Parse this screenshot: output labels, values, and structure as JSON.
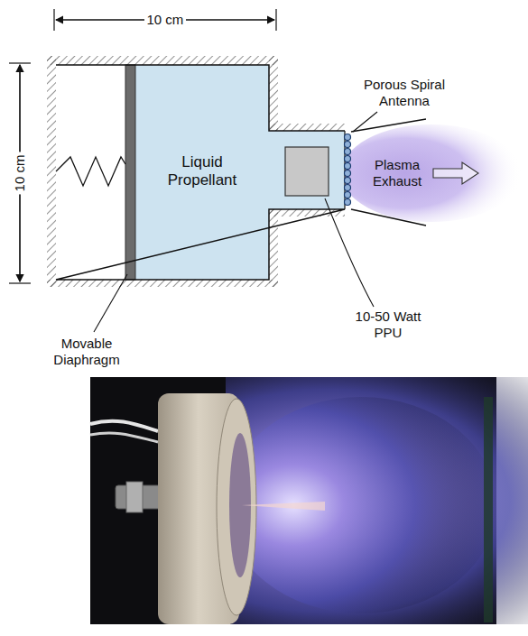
{
  "diagram": {
    "nodes": [
      {
        "text": [
          "Liquid Propellant"
        ]
      },
      {
        "text": [
          "Plasma Exhaust"
        ]
      }
    ],
    "labels": [
      "10 cm",
      "10 cm",
      "Porous Spiral Antenna",
      "10-50 Watt PPU",
      "Movable Diaphragm"
    ]
  }
}
